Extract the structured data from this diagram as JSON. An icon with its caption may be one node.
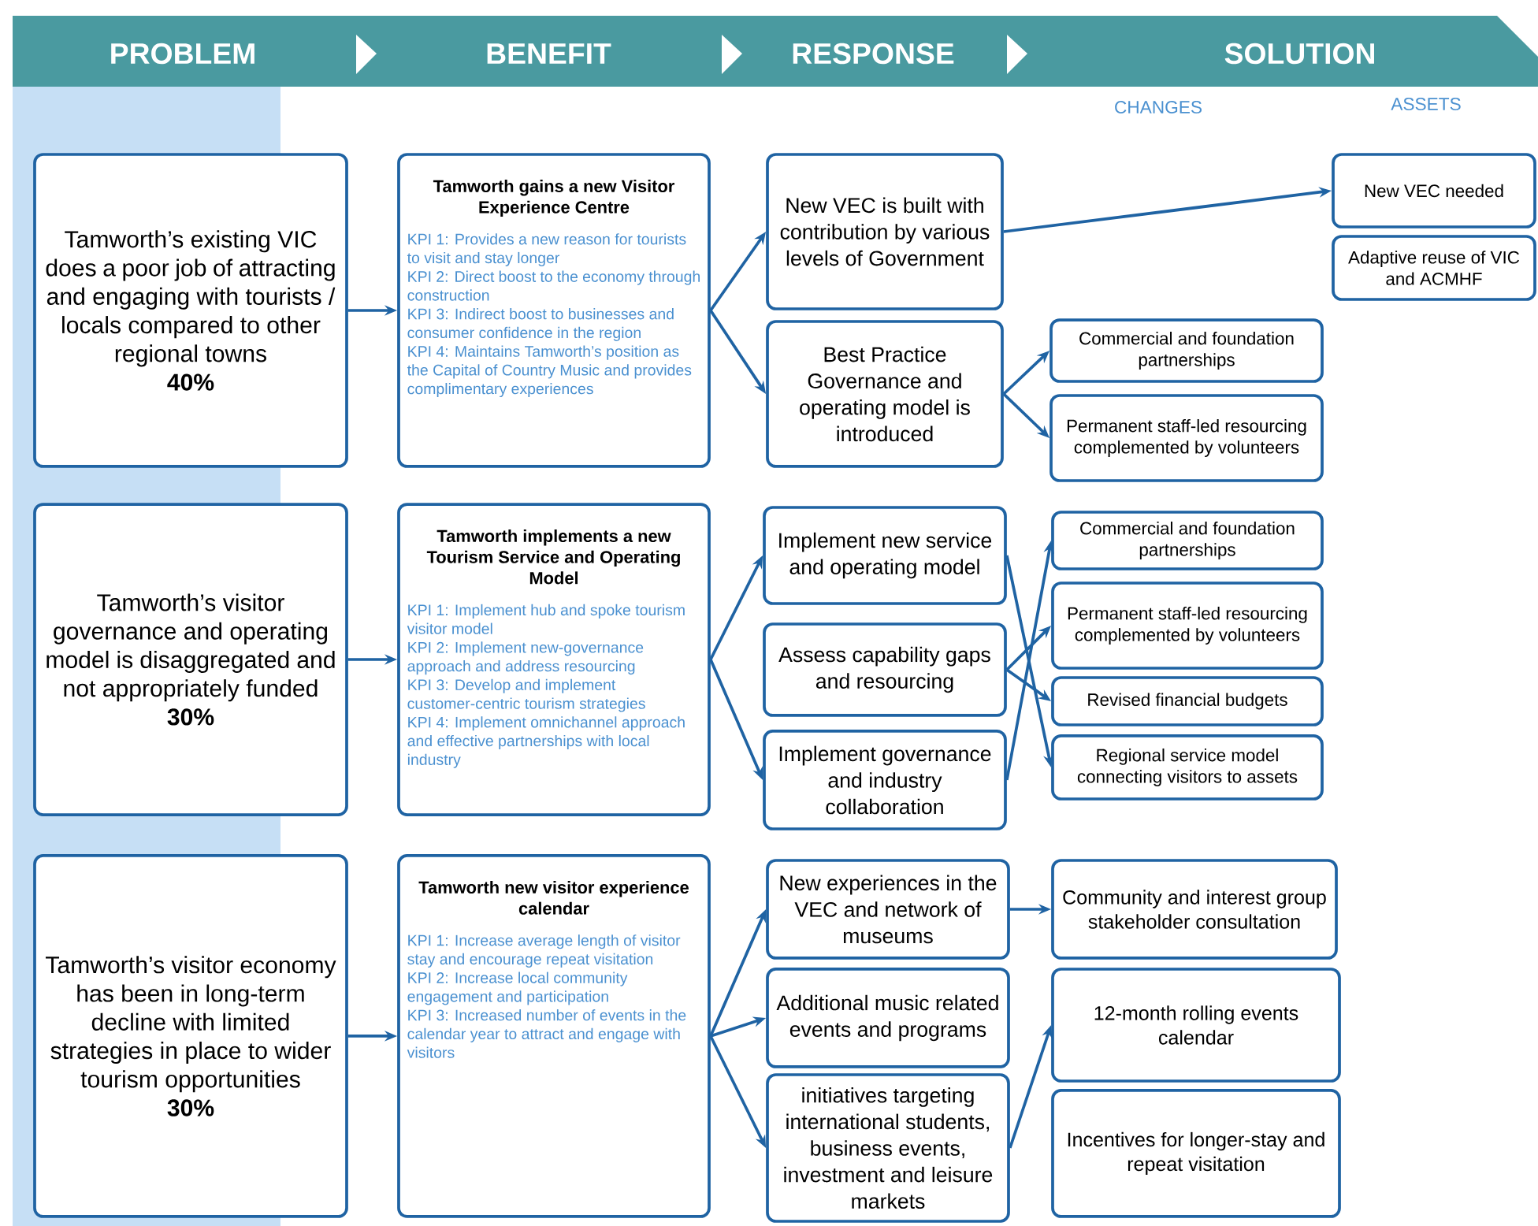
{
  "diagram": {
    "nodes": [
      {
        "text": [
          "Tamworth’s existing VIC does a poor job of attracting and engaging with tourists / locals compared to other regional towns",
          "40%"
        ]
      },
      {
        "text": [
          "Tamworth gains a new Visitor Experience Centre",
          "KPI 1: Provides a new reason for tourists to visit and stay longer",
          "KPI 2: Direct boost to the economy through construction",
          "KPI 3: Indirect boost to businesses and consumer confidence in the region",
          "KPI 4: Maintains Tamworth’s position as the Capital of Country Music and provides complimentary experiences"
        ]
      },
      {
        "text": [
          "New VEC is built with contribution by various levels of Government"
        ]
      },
      {
        "text": [
          "Best Practice Governance and operating model is introduced"
        ]
      },
      {
        "text": [
          "New VEC needed"
        ]
      },
      {
        "text": [
          "Adaptive reuse of VIC and ACMHF"
        ]
      },
      {
        "text": [
          "Commercial and foundation partnerships"
        ]
      },
      {
        "text": [
          "Permanent staff-led resourcing complemented by volunteers"
        ]
      },
      {
        "text": [
          "Tamworth’s visitor governance and operating model is disaggregated and not appropriately funded",
          "30%"
        ]
      },
      {
        "text": [
          "Tamworth implements a new Tourism Service and Operating Model",
          "KPI 1: Implement hub and spoke tourism visitor model",
          "KPI 2: Implement new-governance approach and address resourcing",
          "KPI 3: Develop and implement customer-centric tourism strategies",
          "KPI 4: Implement omnichannel approach and effective partnerships with local industry"
        ]
      },
      {
        "text": [
          "Implement new service and operating model"
        ]
      },
      {
        "text": [
          "Assess capability gaps and resourcing"
        ]
      },
      {
        "text": [
          "Implement governance and industry collaboration"
        ]
      },
      {
        "text": [
          "Commercial and foundation partnerships"
        ]
      },
      {
        "text": [
          "Permanent staff-led resourcing complemented by volunteers"
        ]
      },
      {
        "text": [
          "Revised financial budgets"
        ]
      },
      {
        "text": [
          "Regional service model connecting visitors to assets"
        ]
      },
      {
        "text": [
          "Tamworth’s visitor economy has been in long-term decline with limited strategies in place to wider tourism opportunities",
          "30%"
        ]
      },
      {
        "text": [
          "Tamworth new visitor experience calendar",
          "KPI 1: Increase average length of visitor stay and encourage repeat visitation",
          "KPI 2: Increase local community engagement and participation",
          "KPI 3: Increased number of events in the calendar year to attract and engage with visitors"
        ]
      },
      {
        "text": [
          "New experiences in the VEC and network of museums"
        ]
      },
      {
        "text": [
          "Additional music related events and programs"
        ]
      },
      {
        "text": [
          "initiatives targeting international students, business events, investment and leisure markets"
        ]
      },
      {
        "text": [
          "Community and interest group stakeholder consultation"
        ]
      },
      {
        "text": [
          "12-month rolling events calendar"
        ]
      },
      {
        "text": [
          "Incentives for longer-stay and repeat visitation"
        ]
      }
    ],
    "edges": [
      {
        "from": 0,
        "to": 1,
        "arrow": "to"
      },
      {
        "from": 1,
        "to": 2,
        "arrow": "to"
      },
      {
        "from": 1,
        "to": 3,
        "arrow": "to"
      },
      {
        "from": 2,
        "to": 4,
        "arrow": "to"
      },
      {
        "from": 3,
        "to": 6,
        "arrow": "to"
      },
      {
        "from": 3,
        "to": 7,
        "arrow": "to"
      },
      {
        "from": 8,
        "to": 9,
        "arrow": "to"
      },
      {
        "from": 9,
        "to": 10,
        "arrow": "to"
      },
      {
        "from": 9,
        "to": 12,
        "arrow": "to"
      },
      {
        "from": 10,
        "to": 16,
        "arrow": "to"
      },
      {
        "from": 11,
        "to": 14,
        "arrow": "to"
      },
      {
        "from": 11,
        "to": 15,
        "arrow": "to"
      },
      {
        "from": 12,
        "to": 13,
        "arrow": "to"
      },
      {
        "from": 17,
        "to": 18,
        "arrow": "to"
      },
      {
        "from": 18,
        "to": 19,
        "arrow": "to"
      },
      {
        "from": 18,
        "to": 20,
        "arrow": "to"
      },
      {
        "from": 18,
        "to": 21,
        "arrow": "to"
      },
      {
        "from": 19,
        "to": 22,
        "arrow": "to"
      },
      {
        "from": 21,
        "to": 23,
        "arrow": "to"
      }
    ],
    "labels": [
      "PROBLEM",
      "BENEFIT",
      "RESPONSE",
      "SOLUTION",
      "CHANGES",
      "ASSETS"
    ]
  }
}
